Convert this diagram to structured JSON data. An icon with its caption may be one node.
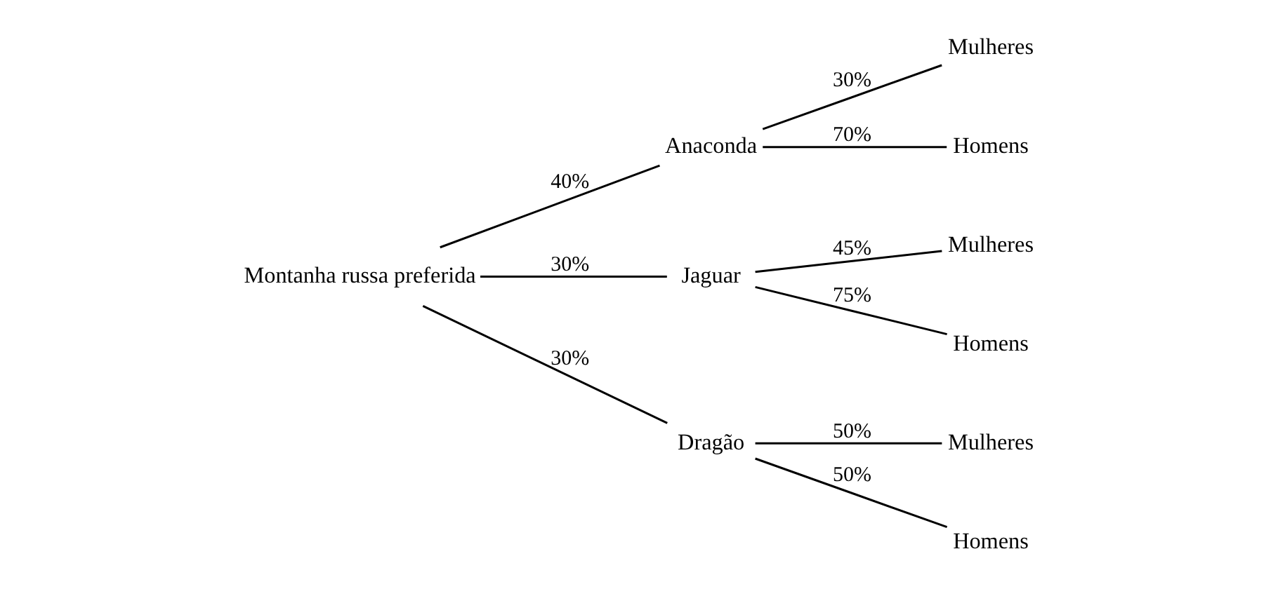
{
  "diagram": {
    "nodes": [
      {
        "text": [
          "Montanha russa preferida"
        ]
      },
      {
        "text": [
          "Anaconda"
        ]
      },
      {
        "text": [
          "Jaguar"
        ]
      },
      {
        "text": [
          "Dragão"
        ]
      },
      {
        "text": [
          "Mulheres"
        ]
      },
      {
        "text": [
          "Homens"
        ]
      },
      {
        "text": [
          "Mulheres"
        ]
      },
      {
        "text": [
          "Homens"
        ]
      },
      {
        "text": [
          "Mulheres"
        ]
      },
      {
        "text": [
          "Homens"
        ]
      }
    ],
    "edges": [
      {
        "from": 0,
        "to": 1,
        "arrow": "none",
        "label": "40%"
      },
      {
        "from": 0,
        "to": 2,
        "arrow": "none",
        "label": "30%"
      },
      {
        "from": 0,
        "to": 3,
        "arrow": "none",
        "label": "30%"
      },
      {
        "from": 1,
        "to": 4,
        "arrow": "none",
        "label": "30%"
      },
      {
        "from": 1,
        "to": 5,
        "arrow": "none",
        "label": "70%"
      },
      {
        "from": 2,
        "to": 6,
        "arrow": "none",
        "label": "45%"
      },
      {
        "from": 2,
        "to": 7,
        "arrow": "none",
        "label": "75%"
      },
      {
        "from": 3,
        "to": 8,
        "arrow": "none",
        "label": "50%"
      },
      {
        "from": 3,
        "to": 9,
        "arrow": "none",
        "label": "50%"
      }
    ]
  }
}
